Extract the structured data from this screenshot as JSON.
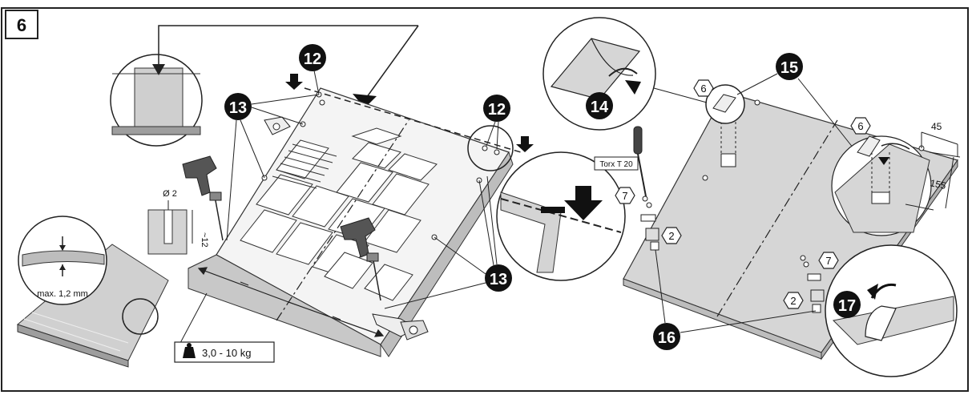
{
  "step": {
    "number": "6"
  },
  "callouts": {
    "c12_left": "12",
    "c12_right": "12",
    "c13_top": "13",
    "c13_bottom": "13",
    "c14": "14",
    "c15": "15",
    "c16": "16",
    "c17": "17"
  },
  "hex_labels": {
    "h6_top": "6",
    "h6_right": "6",
    "h7_top": "7",
    "h7_bottom": "7",
    "h2_top": "2",
    "h2_bottom": "2"
  },
  "dimensions": {
    "drill_diameter": "Ø 2",
    "drill_depth": "~12",
    "gap_max": "max. 1,2 mm",
    "dim_45": "45",
    "dim_155": "155"
  },
  "tool_label": "Torx T 20",
  "weight_label": "3,0 - 10 kg",
  "colors": {
    "panel": "#d6d6d6",
    "panel_edge": "#bdbdbd",
    "line": "#222222",
    "callout": "#111111"
  }
}
